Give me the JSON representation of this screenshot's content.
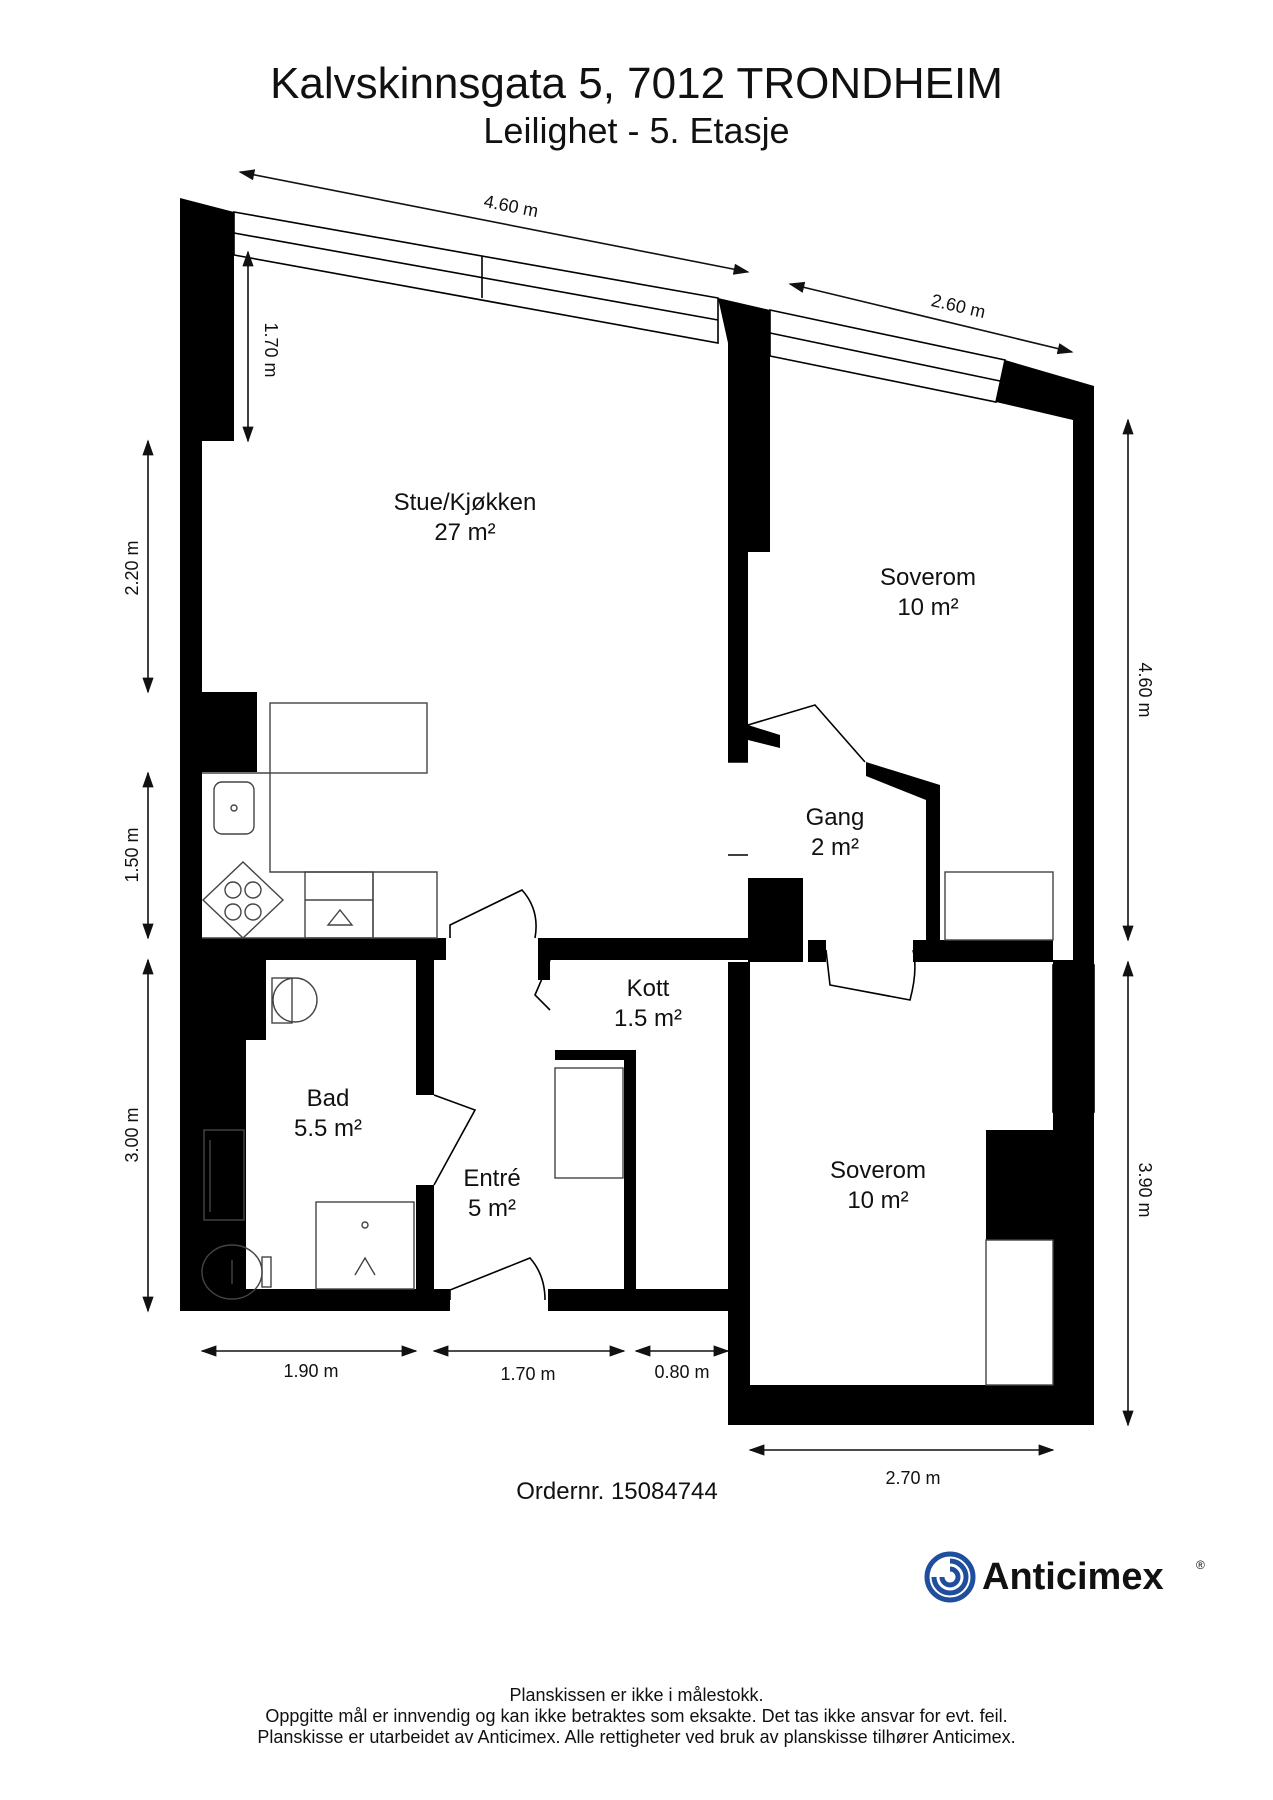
{
  "header": {
    "address": "Kalvskinnsgata 5, 7012 TRONDHEIM",
    "floor": "Leilighet - 5. Etasje"
  },
  "rooms": {
    "living": {
      "name": "Stue/Kjøkken",
      "area": "27 m²"
    },
    "bedroom_north": {
      "name": "Soverom",
      "area": "10 m²"
    },
    "hall": {
      "name": "Gang",
      "area": "2 m²"
    },
    "closet": {
      "name": "Kott",
      "area": "1.5 m²"
    },
    "bath": {
      "name": "Bad",
      "area": "5.5 m²"
    },
    "entry": {
      "name": "Entré",
      "area": "5 m²"
    },
    "bedroom_south": {
      "name": "Soverom",
      "area": "10 m²"
    }
  },
  "dimensions": {
    "top_living": "4.60 m",
    "top_bedroom": "2.60 m",
    "inner_window": "1.70 m",
    "left_upper": "2.20 m",
    "left_middle": "1.50 m",
    "left_lower": "3.00 m",
    "right_upper": "4.60 m",
    "right_lower": "3.90 m",
    "bottom_bath": "1.90 m",
    "bottom_entry": "1.70 m",
    "bottom_closet": "0.80 m",
    "bottom_bedroom": "2.70 m"
  },
  "order": "Ordernr. 15084744",
  "brand": {
    "name": "Anticimex",
    "mark": "®",
    "color": "#1f4e9c"
  },
  "footer": {
    "line1": "Planskissen er ikke i målestokk.",
    "line2": "Oppgitte mål er innvendig og kan ikke betraktes som eksakte. Det tas ikke ansvar for evt. feil.",
    "line3": "Planskisse er utarbeidet av Anticimex. Alle rettigheter ved bruk av planskisse tilhører Anticimex."
  }
}
